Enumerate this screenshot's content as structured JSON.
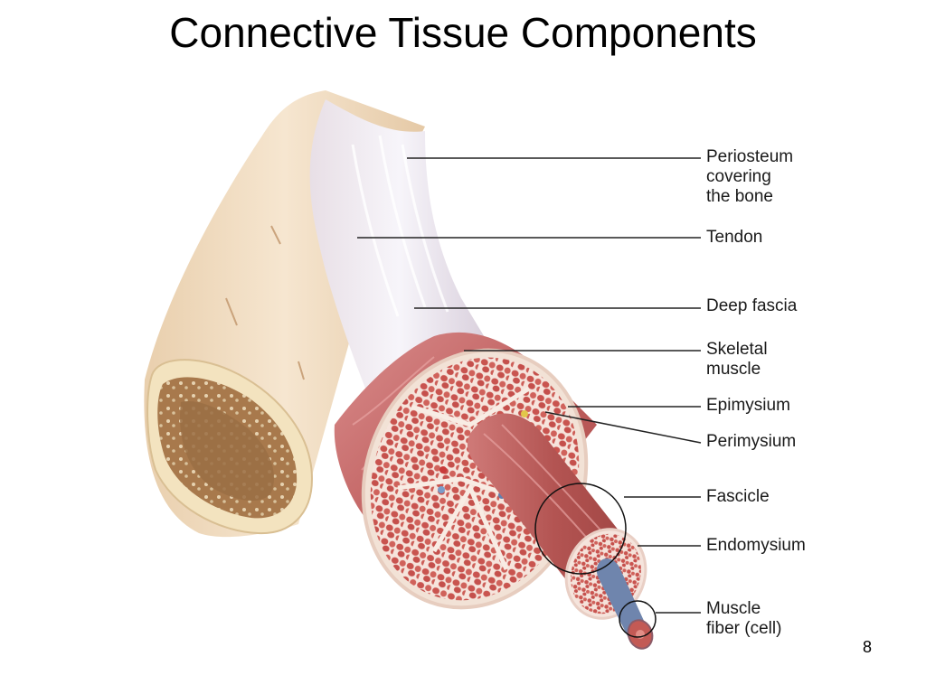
{
  "slide": {
    "title": "Connective Tissue Components",
    "page_number": "8"
  },
  "labels": [
    {
      "id": "periosteum",
      "text": "Periosteum\ncovering\nthe bone"
    },
    {
      "id": "tendon",
      "text": "Tendon"
    },
    {
      "id": "deep-fascia",
      "text": "Deep fascia"
    },
    {
      "id": "skeletal-muscle",
      "text": "Skeletal\nmuscle"
    },
    {
      "id": "epimysium",
      "text": "Epimysium"
    },
    {
      "id": "perimysium",
      "text": "Perimysium"
    },
    {
      "id": "fascicle",
      "text": "Fascicle"
    },
    {
      "id": "endomysium",
      "text": "Endomysium"
    },
    {
      "id": "muscle-fiber",
      "text": "Muscle\nfiber (cell)"
    }
  ],
  "colors": {
    "bone": "#f1dcc0",
    "tendon": "#ecebf3",
    "muscle": "#c86a6a",
    "fiber-red": "#c2574f",
    "marrow": "#a67a4f"
  }
}
